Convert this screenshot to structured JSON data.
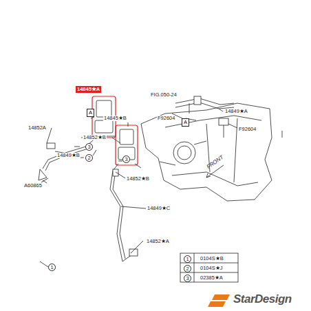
{
  "diagram": {
    "nodes": [
      {
        "text": [
          "A"
        ]
      },
      {
        "text": [
          "A"
        ]
      }
    ],
    "labels": [
      "FIG.050-24",
      "F92604",
      "14849★A",
      "F92604",
      "14845★A",
      "14852A",
      "14852★B",
      "14849★B",
      "A60865",
      "14845★B",
      "14852★B",
      "14849★C",
      "14852★A",
      "3",
      "2",
      "3",
      "1",
      "FRONT",
      "1",
      "0104S★B",
      "2",
      "0104S★J",
      "3",
      "02385★A",
      "StarDesign"
    ]
  }
}
